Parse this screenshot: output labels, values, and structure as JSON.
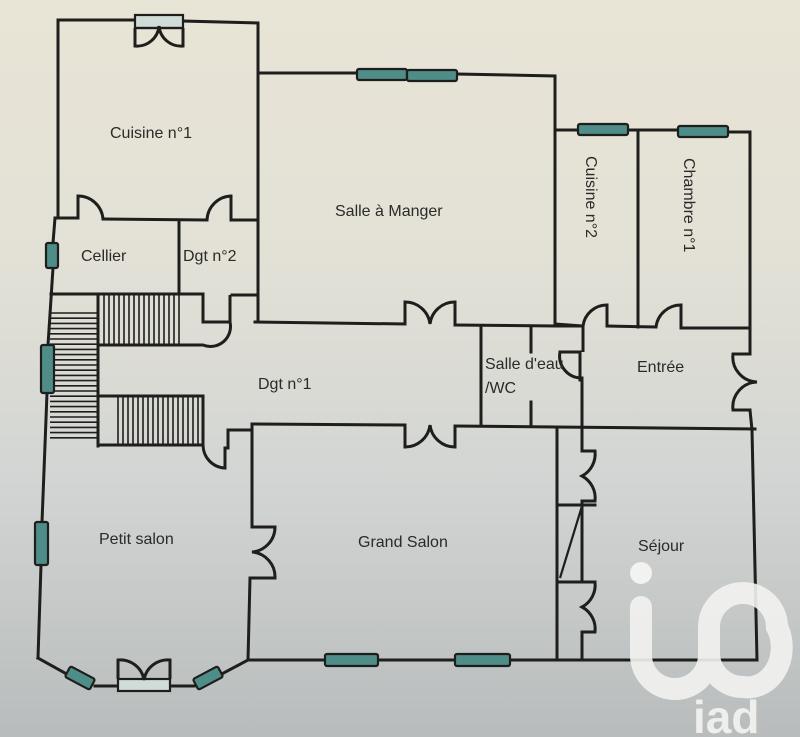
{
  "plan": {
    "rooms": [
      {
        "id": "cuisine-1",
        "label": "Cuisine n°1"
      },
      {
        "id": "salle-a-manger",
        "label": "Salle à Manger"
      },
      {
        "id": "cuisine-2",
        "label": "Cuisine n°2"
      },
      {
        "id": "chambre-1",
        "label": "Chambre n°1"
      },
      {
        "id": "cellier",
        "label": "Cellier"
      },
      {
        "id": "dgt-2",
        "label": "Dgt n°2"
      },
      {
        "id": "dgt-1",
        "label": "Dgt n°1"
      },
      {
        "id": "salle-d-eau-line1",
        "label": "Salle d'eau"
      },
      {
        "id": "salle-d-eau-line2",
        "label": "/WC"
      },
      {
        "id": "entree",
        "label": "Entrée"
      },
      {
        "id": "petit-salon",
        "label": "Petit salon"
      },
      {
        "id": "grand-salon",
        "label": "Grand Salon"
      },
      {
        "id": "sejour",
        "label": "Séjour"
      }
    ],
    "colors": {
      "wall": "#1e1e1c",
      "window": "#4e8d88",
      "paper_top": "#e8e4d6",
      "paper_bottom": "#b8bcbc"
    }
  },
  "watermark": {
    "brand": "iad",
    "color": "#f2f2f0"
  }
}
